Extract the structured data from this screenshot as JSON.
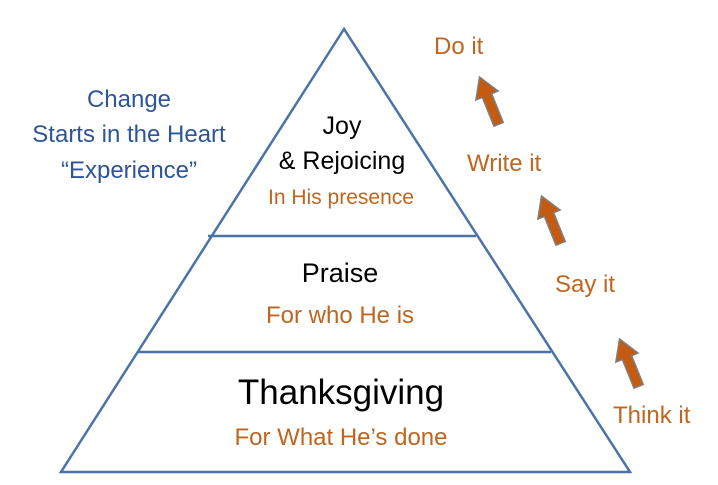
{
  "side_note": {
    "line1": "Change",
    "line2": "Starts in the Heart",
    "line3": "“Experience”",
    "color": "#2e5597"
  },
  "pyramid": {
    "tiers": [
      {
        "title_line1": "Joy",
        "title_line2": "& Rejoicing",
        "subtitle": "In His presence"
      },
      {
        "title": "Praise",
        "subtitle": "For who He is"
      },
      {
        "title": "Thanksgiving",
        "subtitle": "For What He’s done"
      }
    ],
    "outline_color": "#4a74a8"
  },
  "steps": [
    {
      "label": "Think it"
    },
    {
      "label": "Say it"
    },
    {
      "label": "Write it"
    },
    {
      "label": "Do it"
    }
  ],
  "colors": {
    "accent_orange": "#c0651e",
    "arrow_fill": "#c55a11",
    "arrow_stroke": "#7f7f7f",
    "text_black": "#000000"
  }
}
